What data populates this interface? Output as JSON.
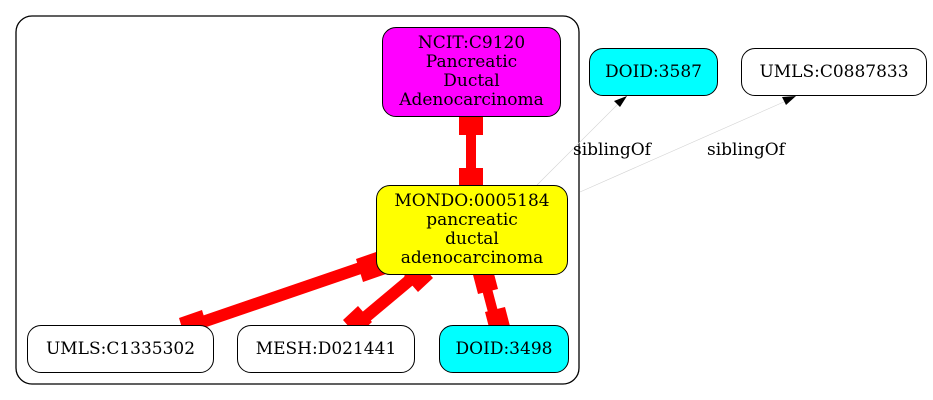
{
  "colors": {
    "magenta_fill": "#ff00ff",
    "yellow_fill": "#ffff00",
    "cyan_fill": "#00ffff",
    "white_fill": "#ffffff",
    "strong_edge": "#ff0000",
    "weak_edge": "#d3d3d3"
  },
  "nodes": {
    "ncit": {
      "label": "NCIT:C9120\nPancreatic\nDuctal\nAdenocarcinoma",
      "fill": "#ff00ff"
    },
    "mondo": {
      "label": "MONDO:0005184\npancreatic\nductal\nadenocarcinoma",
      "fill": "#ffff00"
    },
    "doid_3587": {
      "label": "DOID:3587",
      "fill": "#00ffff"
    },
    "umls_c0887833": {
      "label": "UMLS:C0887833",
      "fill": "#ffffff"
    },
    "umls_c1335302": {
      "label": "UMLS:C1335302",
      "fill": "#ffffff"
    },
    "mesh_d021441": {
      "label": "MESH:D021441",
      "fill": "#ffffff"
    },
    "doid_3498": {
      "label": "DOID:3498",
      "fill": "#00ffff"
    }
  },
  "edges": {
    "sibling_doid_3587": {
      "label": "siblingOf"
    },
    "sibling_umls_c0887833": {
      "label": "siblingOf"
    }
  }
}
